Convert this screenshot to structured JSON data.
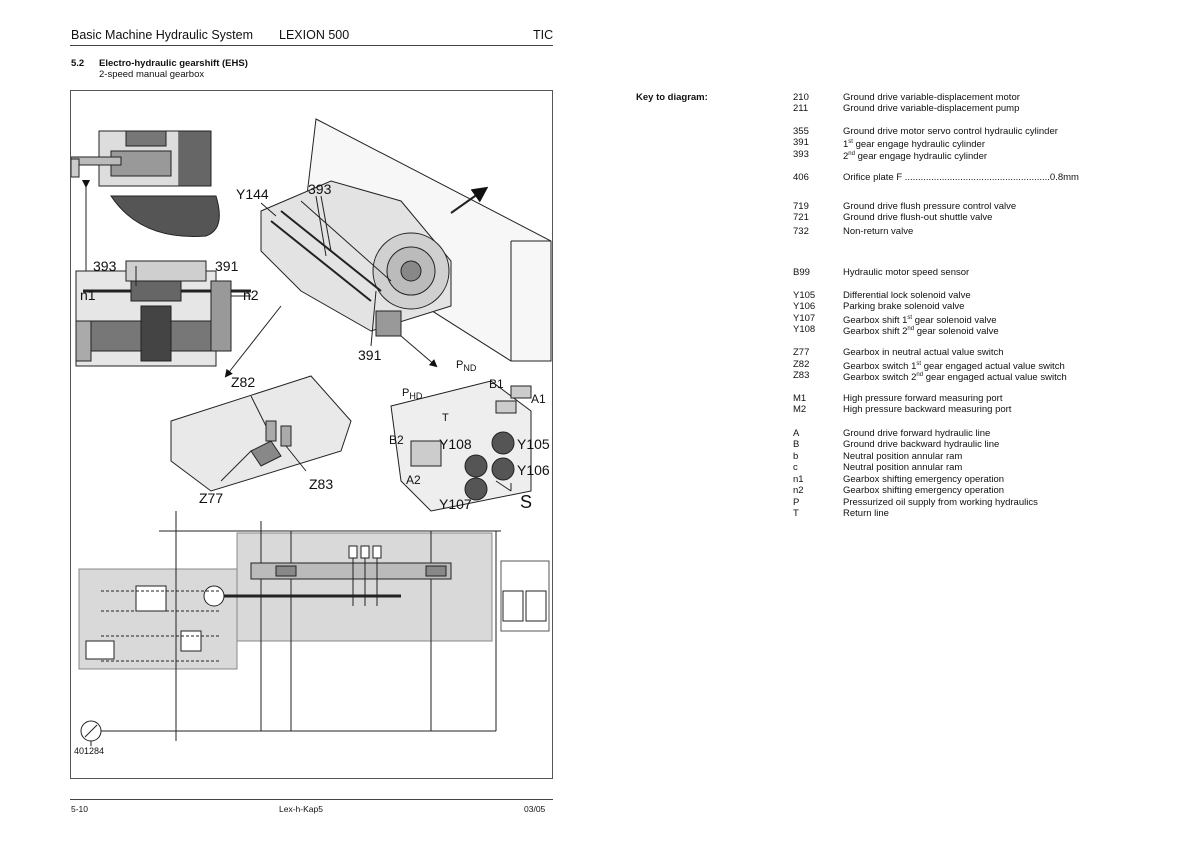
{
  "header": {
    "title": "Basic Machine Hydraulic System",
    "model": "LEXION 500",
    "code": "TIC"
  },
  "section": {
    "number": "5.2",
    "title": "Electro-hydraulic gearshift (EHS)",
    "subtitle": "2-speed manual gearbox"
  },
  "diagram": {
    "labels": {
      "y144": "Y144",
      "c393_top": "393",
      "c393_left": "393",
      "c391_left": "391",
      "n1": "n1",
      "n2": "n2",
      "c391_bottom": "391",
      "z82": "Z82",
      "z77": "Z77",
      "z83": "Z83",
      "pnd": "P",
      "pnd_sub": "ND",
      "phd": "P",
      "phd_sub": "HD",
      "b1": "B1",
      "a1": "A1",
      "t": "T",
      "b2": "B2",
      "y108": "Y108",
      "y105": "Y105",
      "y106": "Y106",
      "a2": "A2",
      "y107": "Y107",
      "s": "S",
      "ref_num": "401284"
    }
  },
  "key": {
    "title": "Key to diagram:",
    "entries": [
      {
        "code": "210",
        "text": "Ground drive variable-displacement motor"
      },
      {
        "code": "211",
        "text": "Ground drive variable-displacement pump"
      },
      {
        "code": "355",
        "text": "Ground drive motor servo control hydraulic cylinder"
      },
      {
        "code": "391",
        "pre": "1",
        "sup": "st",
        "text": " gear engage hydraulic cylinder"
      },
      {
        "code": "393",
        "pre": "2",
        "sup": "nd",
        "text": " gear engage hydraulic cylinder"
      },
      {
        "code": "406",
        "text": "Orifice plate F .......................................................0.8mm"
      },
      {
        "code": "719",
        "text": "Ground drive flush pressure control valve"
      },
      {
        "code": "721",
        "text": "Ground drive flush-out shuttle valve"
      },
      {
        "code": "732",
        "text": "Non-return valve"
      },
      {
        "code": "B99",
        "text": "Hydraulic motor speed sensor"
      },
      {
        "code": "Y105",
        "text": "Differential lock solenoid valve"
      },
      {
        "code": "Y106",
        "text": "Parking brake solenoid valve"
      },
      {
        "code": "Y107",
        "pre": "Gearbox shift 1",
        "sup": "st",
        "text": " gear solenoid valve"
      },
      {
        "code": "Y108",
        "pre": "Gearbox shift 2",
        "sup": "nd",
        "text": " gear solenoid valve"
      },
      {
        "code": "Z77",
        "text": "Gearbox in neutral actual value switch"
      },
      {
        "code": "Z82",
        "pre": "Gearbox switch 1",
        "sup": "st",
        "text": " gear engaged actual value switch"
      },
      {
        "code": "Z83",
        "pre": "Gearbox switch 2",
        "sup": "nd",
        "text": " gear engaged actual value switch"
      },
      {
        "code": "M1",
        "text": "High pressure forward measuring port"
      },
      {
        "code": "M2",
        "text": "High pressure backward measuring port"
      },
      {
        "code": "A",
        "text": "Ground drive forward hydraulic line"
      },
      {
        "code": "B",
        "text": "Ground drive backward hydraulic line"
      },
      {
        "code": "b",
        "text": "Neutral position annular ram"
      },
      {
        "code": "c",
        "text": "Neutral position annular ram"
      },
      {
        "code": "n1",
        "text": "Gearbox shifting emergency operation"
      },
      {
        "code": "n2",
        "text": "Gearbox shifting emergency operation"
      },
      {
        "code": "P",
        "text": "Pressurized oil supply from working hydraulics"
      },
      {
        "code": "T",
        "text": "Return line"
      }
    ]
  },
  "footer": {
    "page": "5-10",
    "doc": "Lex-h-Kap5",
    "date": "03/05"
  }
}
